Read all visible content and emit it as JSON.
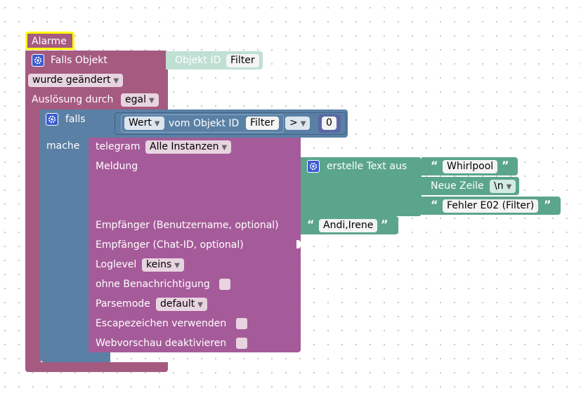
{
  "hat": {
    "label": "Alarme"
  },
  "event_block": {
    "title": "Falls Objekt",
    "object_label": "Objekt ID",
    "object_value": "Filter",
    "trigger_value": "wurde geändert",
    "source_label": "Auslösung durch",
    "source_value": "egal"
  },
  "if_block": {
    "if_label": "falls",
    "do_label": "mache",
    "value_dropdown": "Wert",
    "of_object_label": "vom Objekt ID",
    "object_value": "Filter",
    "operator": ">",
    "compare_value": "0"
  },
  "telegram_block": {
    "title": "telegram",
    "instance": "Alle Instanzen",
    "message_label": "Meldung",
    "recipient_user_label": "Empfänger (Benutzername, optional)",
    "recipient_chat_label": "Empfänger (Chat-ID, optional)",
    "loglevel_label": "Loglevel",
    "loglevel_value": "keins",
    "silent_label": "ohne Benachrichtigung",
    "parsemode_label": "Parsemode",
    "parsemode_value": "default",
    "escape_label": "Escapezeichen verwenden",
    "webpreview_label": "Webvorschau deaktivieren"
  },
  "text_join": {
    "label": "erstelle Text aus",
    "text1": "Whirlpool",
    "newline_label": "Neue Zeile",
    "newline_value": "\\n",
    "text2": "Fehler E02 (Filter)"
  },
  "recipients_text": "Andi,Irene",
  "colors": {
    "event": "#a55b80",
    "logic": "#5b80a5",
    "telegram": "#a55b99",
    "text": "#5ba58c",
    "hat_highlight": "#ffff00"
  }
}
